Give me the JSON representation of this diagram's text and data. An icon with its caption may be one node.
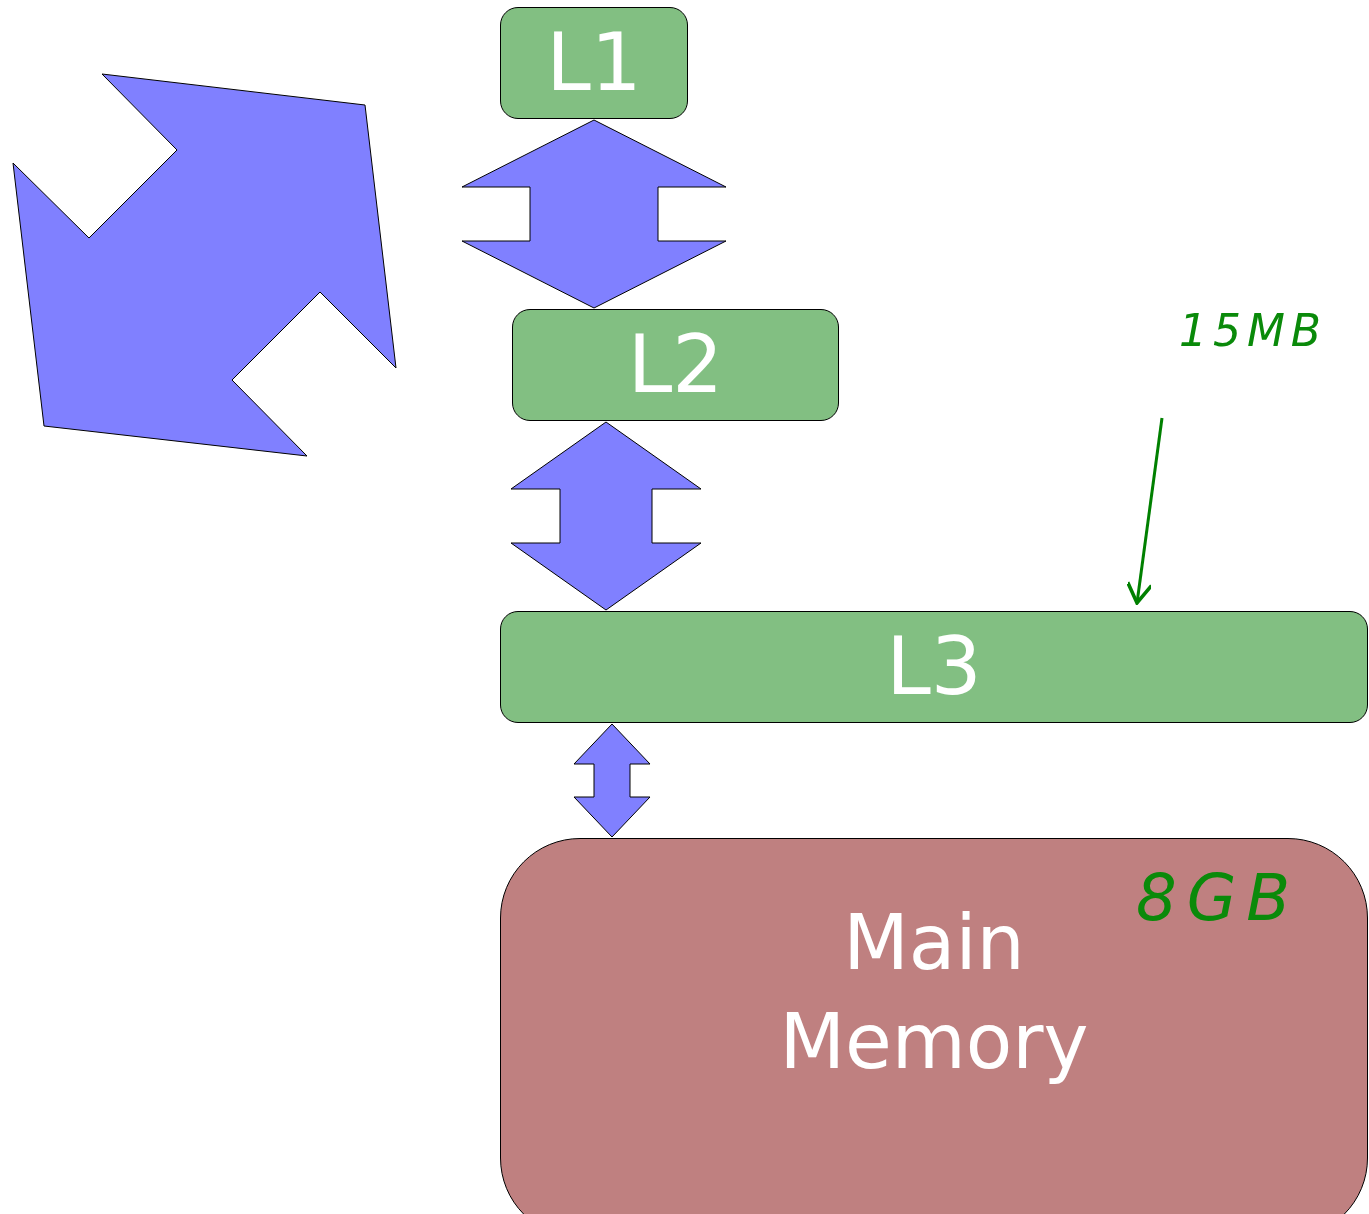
{
  "diagram": {
    "nodes": [
      {
        "text": [
          "L1"
        ]
      },
      {
        "text": [
          "L2"
        ]
      },
      {
        "text": [
          "L3"
        ]
      },
      {
        "text": [
          "8GB",
          "Main Memory"
        ]
      },
      {
        "text": [
          "15MB"
        ]
      }
    ],
    "edges": [
      {
        "from": 0,
        "to": 1,
        "arrow": "both",
        "style": "thick"
      },
      {
        "from": 1,
        "to": 2,
        "arrow": "both",
        "style": "thick"
      },
      {
        "from": 2,
        "to": 3,
        "arrow": "both",
        "style": "thick"
      },
      {
        "from": 4,
        "to": 2,
        "arrow": "to",
        "color": "#008000"
      }
    ]
  }
}
